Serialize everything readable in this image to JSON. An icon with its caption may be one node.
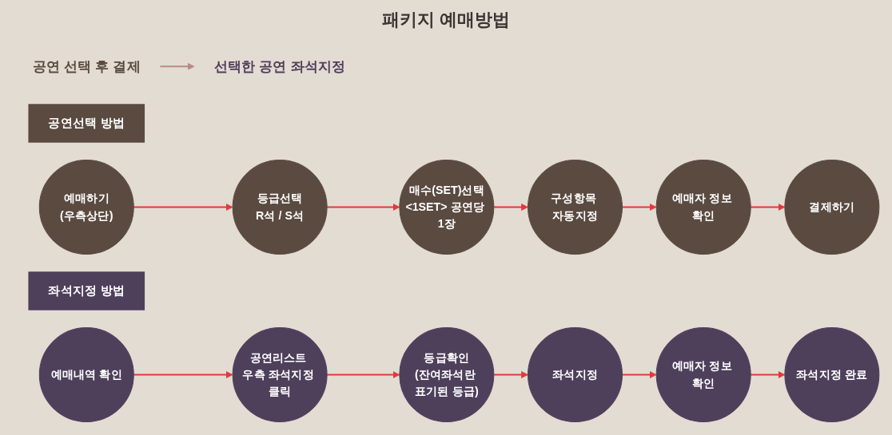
{
  "diagram": {
    "title": "패키지 예매방법",
    "nodes": [
      {
        "text": [
          "공연 선택 후 결제"
        ]
      },
      {
        "text": [
          "선택한 공연 좌석지정"
        ]
      },
      {
        "text": [
          "공연선택 방법"
        ]
      },
      {
        "text": [
          "예매하기",
          "(우측상단)"
        ]
      },
      {
        "text": [
          "등급선택",
          "R석 / S석"
        ]
      },
      {
        "text": [
          "매수(SET)선택",
          "<1SET> 공연당 1장"
        ]
      },
      {
        "text": [
          "구성항목 자동지정"
        ]
      },
      {
        "text": [
          "예매자 정보 확인"
        ]
      },
      {
        "text": [
          "결제하기"
        ]
      },
      {
        "text": [
          "좌석지정 방법"
        ]
      },
      {
        "text": [
          "예매내역 확인"
        ]
      },
      {
        "text": [
          "공연리스트 우측 좌석지정 클릭"
        ]
      },
      {
        "text": [
          "등급확인",
          "(잔여좌석란 표기된 등급)"
        ]
      },
      {
        "text": [
          "좌석지정"
        ]
      },
      {
        "text": [
          "예매자 정보 확인"
        ]
      },
      {
        "text": [
          "좌석지정 완료"
        ]
      }
    ],
    "edges": [
      {
        "from": 0,
        "to": 1,
        "arrow": "to",
        "color": "#b88a8a"
      },
      {
        "from": 3,
        "to": 4,
        "arrow": "to"
      },
      {
        "from": 4,
        "to": 5,
        "arrow": "to"
      },
      {
        "from": 5,
        "to": 6,
        "arrow": "to"
      },
      {
        "from": 6,
        "to": 7,
        "arrow": "to"
      },
      {
        "from": 7,
        "to": 8,
        "arrow": "to"
      },
      {
        "from": 10,
        "to": 11,
        "arrow": "to"
      },
      {
        "from": 11,
        "to": 12,
        "arrow": "to"
      },
      {
        "from": 12,
        "to": 13,
        "arrow": "to"
      },
      {
        "from": 13,
        "to": 14,
        "arrow": "to"
      },
      {
        "from": 14,
        "to": 15,
        "arrow": "to"
      }
    ]
  }
}
